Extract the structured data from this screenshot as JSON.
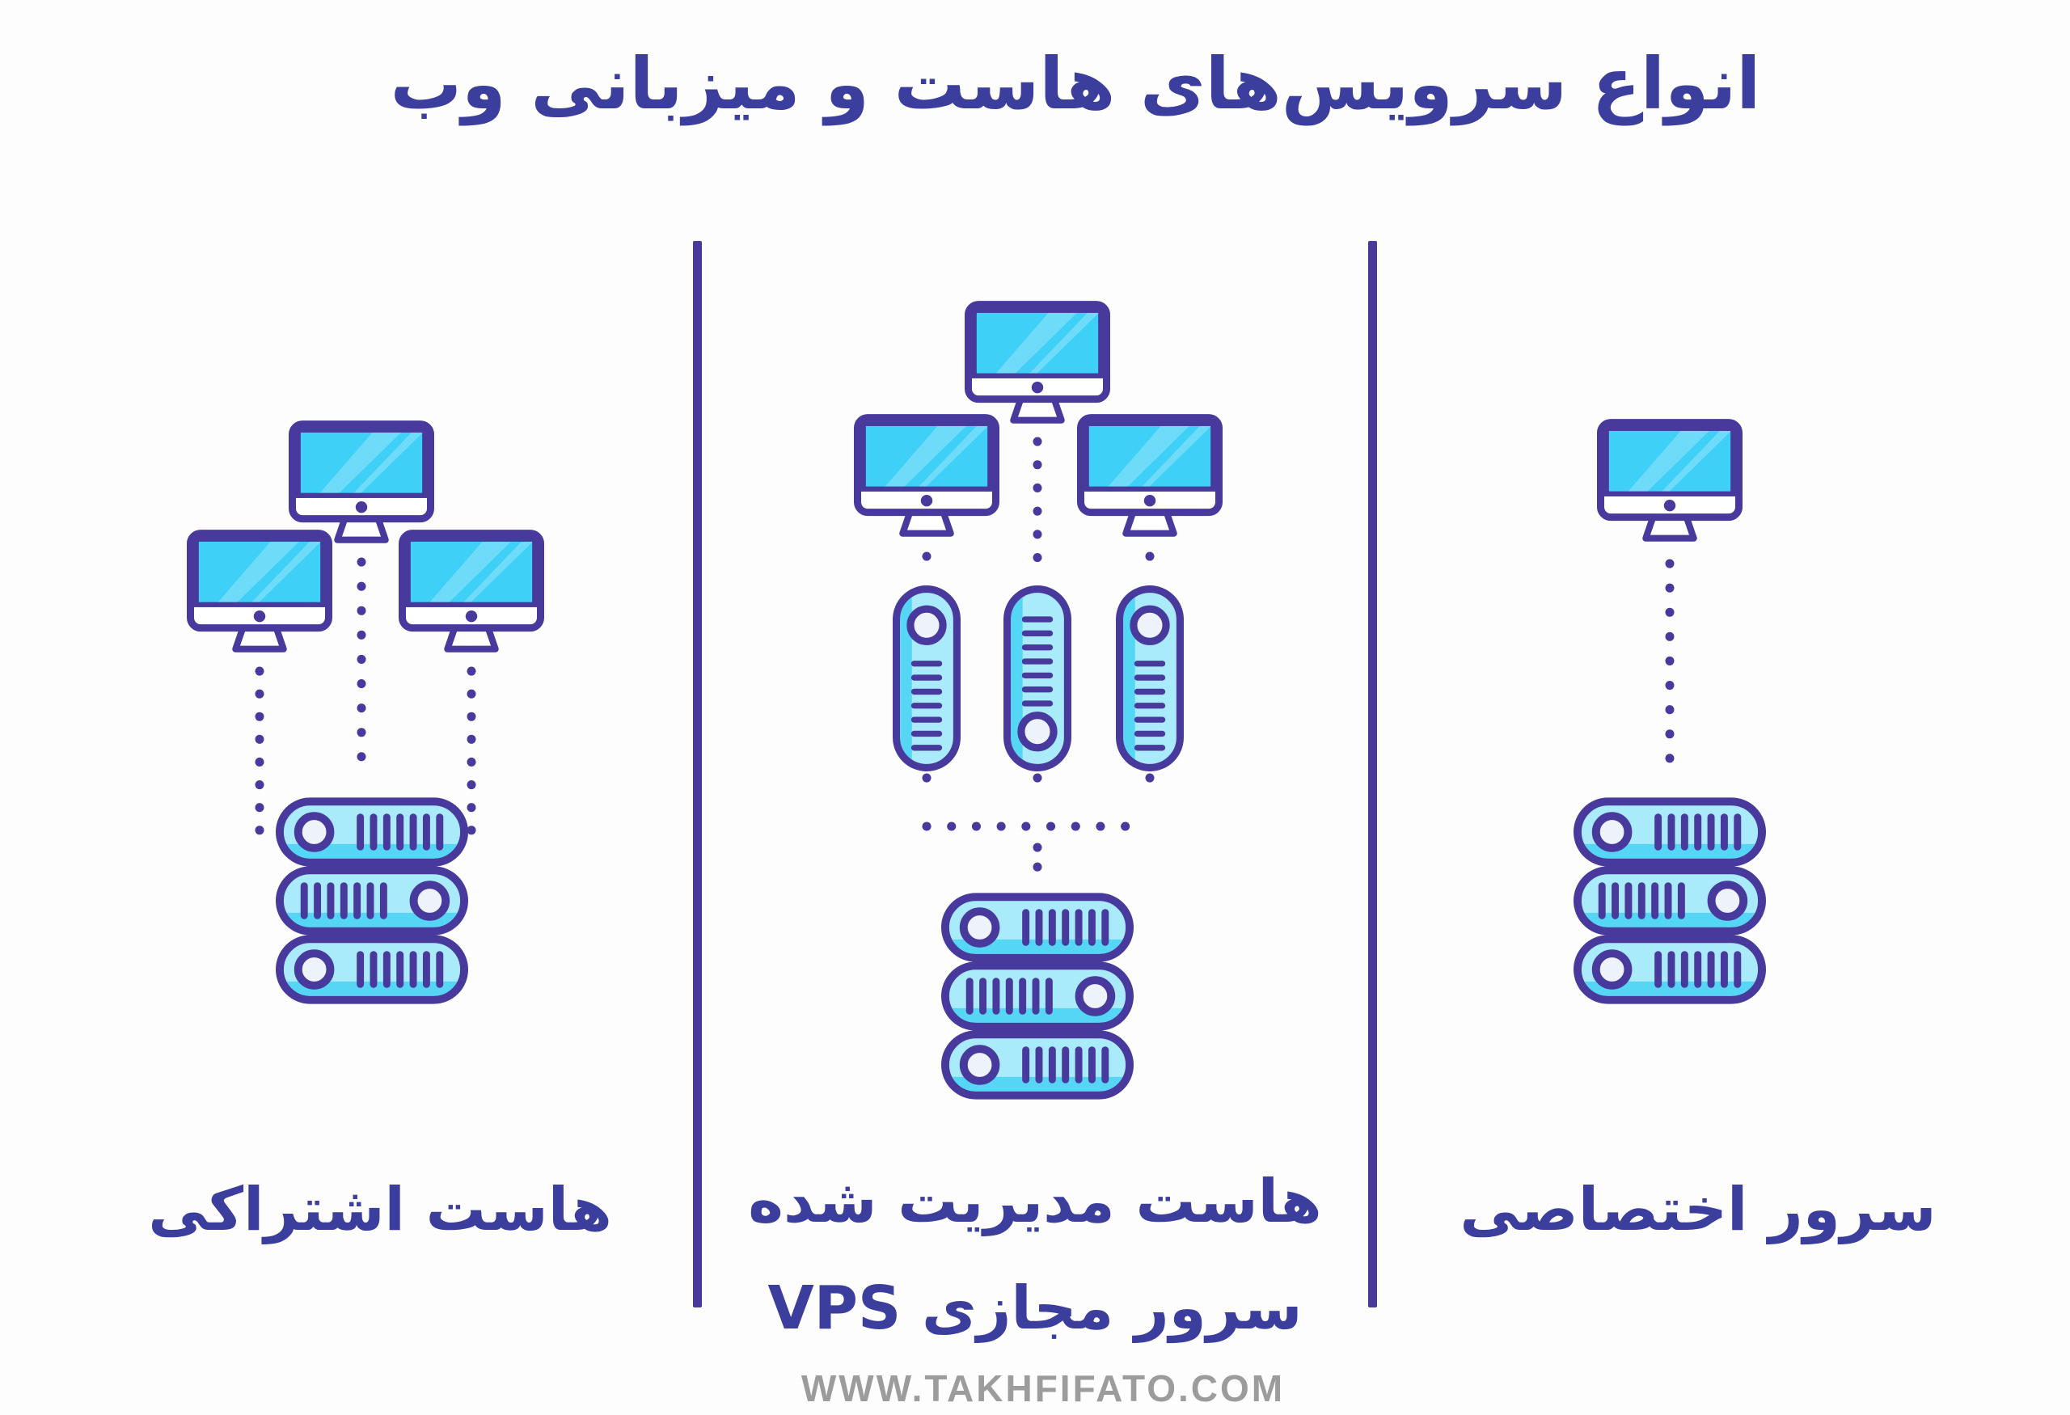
{
  "title": {
    "text": "انواع سرویس‌های هاست و میزبانی وب"
  },
  "columns": [
    {
      "id": "shared-hosting",
      "label": "هاست اشتراکی",
      "monitor_count": 3,
      "server_count": 3
    },
    {
      "id": "managed-vps",
      "label_line1": "هاست مدیریت شده",
      "label_line2": "سرور مجازی VPS",
      "monitor_count": 3,
      "vps_container_count": 3,
      "server_count": 3
    },
    {
      "id": "dedicated-server",
      "label": "سرور اختصاصی",
      "monitor_count": 1,
      "server_count": 3
    }
  ],
  "footer": {
    "website": "WWW.TAKHFIFATO.COM"
  },
  "icons": {
    "monitor": "imac-monitor-icon",
    "server": "server-rack-unit-icon",
    "vps": "vps-capsule-icon"
  },
  "colors": {
    "outline_purple": "#483a9d",
    "text_indigo": "#3b3e9c",
    "screen_cyan": "#3ed0f6",
    "fill_light_blue": "#a9ebfb",
    "strip_cyan": "#55d6f4",
    "circle_fill": "#eef2fb",
    "watermark_gray": "#9c9c9c",
    "background": "#fdfdfd"
  }
}
